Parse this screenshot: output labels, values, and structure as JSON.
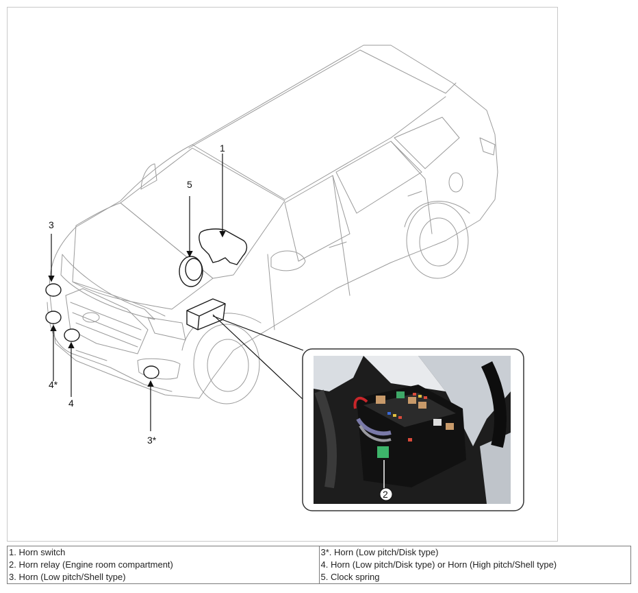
{
  "callouts": {
    "c1": "1",
    "c2": "2",
    "c3": "3",
    "c3star": "3*",
    "c4": "4",
    "c4star": "4*",
    "c5": "5"
  },
  "legend": {
    "rows": [
      [
        "1. Horn switch",
        "3*. Horn (Low pitch/Disk type)"
      ],
      [
        "2. Horn relay (Engine room compartment)",
        "4. Horn (Low pitch/Disk type) or Horn (High pitch/Shell type)"
      ],
      [
        "3. Horn (Low pitch/Shell type)",
        "5. Clock spring"
      ]
    ]
  }
}
